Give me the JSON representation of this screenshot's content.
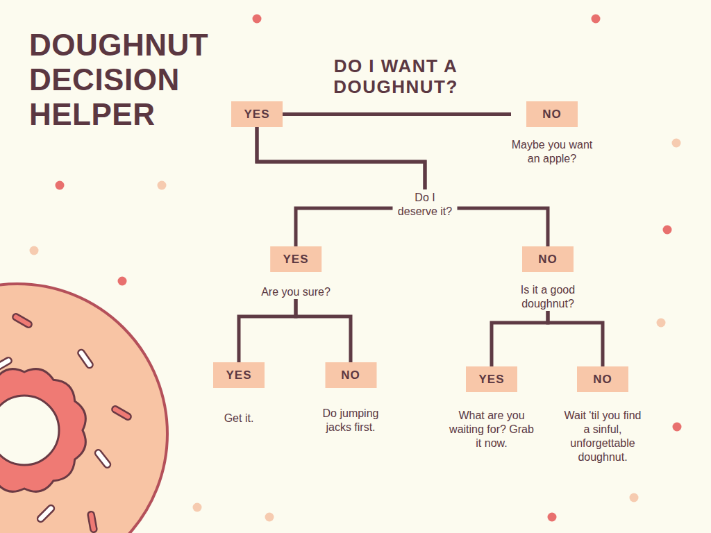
{
  "diagram": {
    "title": "DOUGHNUT DECISION HELPER",
    "nodes": [
      {
        "text": [
          "YES"
        ]
      },
      {
        "text": [
          "NO",
          "Maybe you want an apple?"
        ]
      },
      {
        "text": [
          "YES",
          "Are you sure?"
        ]
      },
      {
        "text": [
          "NO",
          "Is it a good doughnut?"
        ]
      },
      {
        "text": [
          "YES",
          "Get it."
        ]
      },
      {
        "text": [
          "NO",
          "Do jumping jacks first."
        ]
      },
      {
        "text": [
          "YES",
          "What are you waiting for? Grab it now."
        ]
      },
      {
        "text": [
          "NO",
          "Wait 'til you find a sinful, unforgettable doughnut."
        ]
      }
    ],
    "edges": [
      {
        "from": 0,
        "to": 1,
        "arrow": "none"
      },
      {
        "from": 0,
        "to": 2,
        "arrow": "none"
      },
      {
        "from": 0,
        "to": 3,
        "arrow": "none"
      },
      {
        "from": 2,
        "to": 4,
        "arrow": "none"
      },
      {
        "from": 2,
        "to": 5,
        "arrow": "none"
      },
      {
        "from": 3,
        "to": 6,
        "arrow": "none"
      },
      {
        "from": 3,
        "to": 7,
        "arrow": "none"
      }
    ],
    "labels": [
      "DO I WANT A DOUGHNUT?",
      "Do I deserve it?"
    ]
  }
}
